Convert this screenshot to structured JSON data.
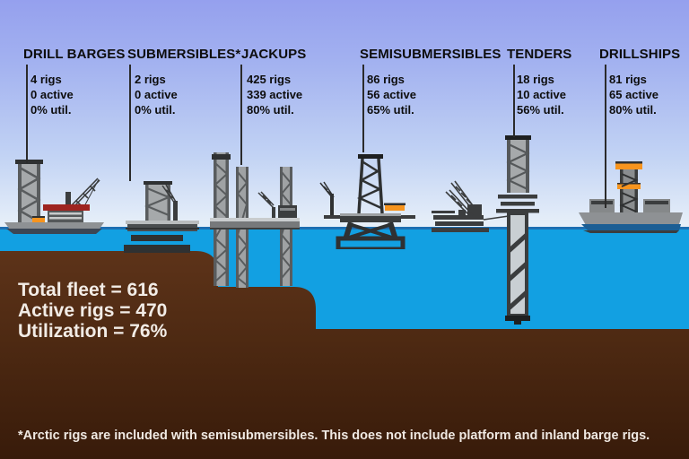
{
  "rigs": [
    {
      "name": "DRILL BARGES",
      "stats": {
        "rigs": "4 rigs",
        "active": "0 active",
        "util": "0% util."
      }
    },
    {
      "name": "SUBMERSIBLES*",
      "stats": {
        "rigs": "2 rigs",
        "active": "0 active",
        "util": "0% util."
      }
    },
    {
      "name": "JACKUPS",
      "stats": {
        "rigs": "425 rigs",
        "active": "339 active",
        "util": "80% util."
      }
    },
    {
      "name": "SEMISUBMERSIBLES",
      "stats": {
        "rigs": "86 rigs",
        "active": "56 active",
        "util": "65% util."
      }
    },
    {
      "name": "TENDERS",
      "stats": {
        "rigs": "18 rigs",
        "active": "10 active",
        "util": "56% util."
      }
    },
    {
      "name": "DRILLSHIPS",
      "stats": {
        "rigs": "81 rigs",
        "active": "65 active",
        "util": "80% util."
      }
    }
  ],
  "summary": {
    "total_fleet": "Total fleet = 616",
    "active_rigs": "Active rigs = 470",
    "utilization": "Utilization = 76%"
  },
  "footnote": "*Arctic rigs are included with semisubmersibles. This does not include platform and inland barge rigs.",
  "colors": {
    "sky_top": "#95a0ee",
    "sky_horizon": "#e9f1f9",
    "water": "#12a0e2",
    "horizon_line": "#1e6fb2",
    "land": "#5d3319",
    "land_dark": "#3a1c0b",
    "accent_orange": "#f7941e",
    "accent_red": "#9e2420",
    "text_dark": "#0d0d0d",
    "text_light": "#f2ece6"
  },
  "chart_data": {
    "type": "table",
    "categories": [
      "Drill barges",
      "Submersibles",
      "Jackups",
      "Semisubmersibles",
      "Tenders",
      "Drillships"
    ],
    "series": [
      {
        "name": "Total rigs",
        "values": [
          4,
          2,
          425,
          86,
          18,
          81
        ]
      },
      {
        "name": "Active rigs",
        "values": [
          0,
          0,
          339,
          56,
          10,
          65
        ]
      },
      {
        "name": "Utilization %",
        "values": [
          0,
          0,
          80,
          65,
          56,
          80
        ]
      }
    ],
    "totals": {
      "fleet": 616,
      "active": 470,
      "utilization_pct": 76
    }
  }
}
